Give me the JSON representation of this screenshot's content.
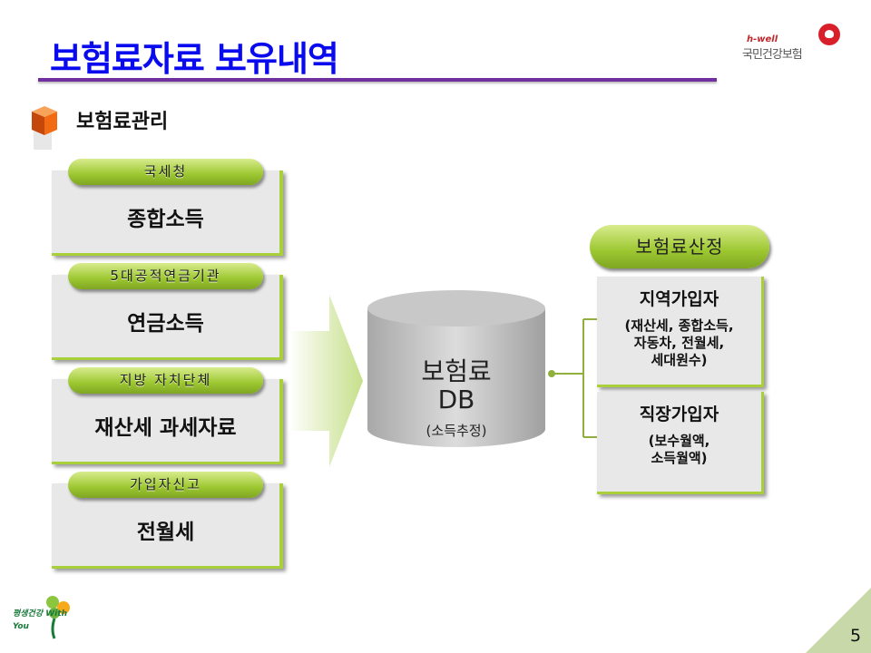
{
  "title": "보험료자료 보유내역",
  "logo": {
    "tagline": "h-well",
    "name": "국민건강보험"
  },
  "section": "보험료관리",
  "sources": [
    {
      "agency": "국세청",
      "data": "종합소득"
    },
    {
      "agency": "5대공적연금기관",
      "data": "연금소득"
    },
    {
      "agency": "지방 자치단체",
      "data": "재산세 과세자료"
    },
    {
      "agency": "가입자신고",
      "data": "전월세"
    }
  ],
  "db": {
    "line1": "보험료",
    "line2": "DB",
    "note": "(소득추정)"
  },
  "calc": {
    "label": "보험료산정",
    "groups": [
      {
        "title": "지역가입자",
        "lines": [
          "(재산세, 종합소득,",
          "자동차, 전월세,",
          "세대원수)"
        ]
      },
      {
        "title": "직장가입자",
        "lines": [
          "(보수월액,",
          "소득월액)"
        ]
      }
    ]
  },
  "footer": {
    "slogan": "평생건강 With You",
    "page": "5"
  },
  "colors": {
    "title": "#0a0aee",
    "rule": "#7030a0",
    "accent": "#9cc730"
  }
}
